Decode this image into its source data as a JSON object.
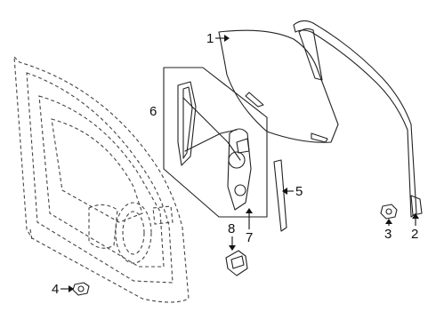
{
  "callouts": [
    {
      "id": "1"
    },
    {
      "id": "2"
    },
    {
      "id": "3"
    },
    {
      "id": "4"
    },
    {
      "id": "5"
    },
    {
      "id": "6"
    },
    {
      "id": "7"
    },
    {
      "id": "8"
    }
  ]
}
